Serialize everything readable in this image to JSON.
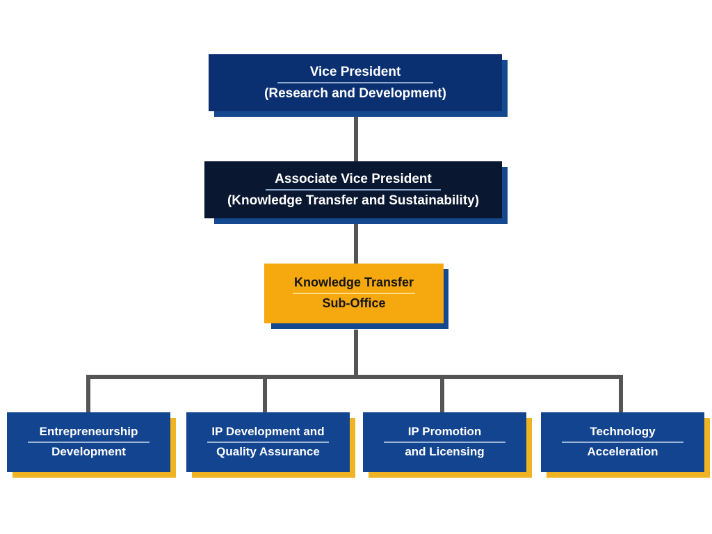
{
  "chart_data": {
    "type": "diagram",
    "title": "Knowledge Transfer Sub-Office Organizational Chart",
    "orientation": "top-down",
    "levels": 4,
    "nodes": [
      {
        "id": "vp",
        "line1": "Vice President",
        "line2": "(Research and Development)",
        "level": 1,
        "fill": "#0a3071",
        "text_color": "#ffffff",
        "shadow": "#14498f"
      },
      {
        "id": "avp",
        "line1": "Associate Vice President",
        "line2": "(Knowledge Transfer and Sustainability)",
        "level": 2,
        "fill": "#0a1730",
        "text_color": "#ffffff",
        "shadow": "#14498f"
      },
      {
        "id": "kts",
        "line1": "Knowledge Transfer",
        "line2": "Sub-Office",
        "level": 3,
        "fill": "#f6a80f",
        "text_color": "#151515",
        "shadow": "#14498f"
      },
      {
        "id": "unit1",
        "line1": "Entrepreneurship",
        "line2": "Development",
        "level": 4,
        "fill": "#12448f",
        "text_color": "#ffffff",
        "shadow": "#f0b323"
      },
      {
        "id": "unit2",
        "line1": "IP Development and",
        "line2": "Quality Assurance",
        "level": 4,
        "fill": "#12448f",
        "text_color": "#ffffff",
        "shadow": "#f0b323"
      },
      {
        "id": "unit3",
        "line1": "IP Promotion",
        "line2": "and Licensing",
        "level": 4,
        "fill": "#12448f",
        "text_color": "#ffffff",
        "shadow": "#f0b323"
      },
      {
        "id": "unit4",
        "line1": "Technology",
        "line2": "Acceleration",
        "level": 4,
        "fill": "#12448f",
        "text_color": "#ffffff",
        "shadow": "#f0b323"
      }
    ],
    "edges": [
      {
        "from": "vp",
        "to": "avp"
      },
      {
        "from": "avp",
        "to": "kts"
      },
      {
        "from": "kts",
        "to": "unit1"
      },
      {
        "from": "kts",
        "to": "unit2"
      },
      {
        "from": "kts",
        "to": "unit3"
      },
      {
        "from": "kts",
        "to": "unit4"
      }
    ],
    "connector_color": "#555555",
    "background": "#ffffff"
  },
  "nodes": {
    "vp": {
      "line1": "Vice President",
      "line2": "(Research and Development)"
    },
    "avp": {
      "line1": "Associate Vice President",
      "line2": "(Knowledge Transfer and Sustainability)"
    },
    "kts": {
      "line1": "Knowledge Transfer",
      "line2": "Sub-Office"
    },
    "unit1": {
      "line1": "Entrepreneurship",
      "line2": "Development"
    },
    "unit2": {
      "line1": "IP Development and",
      "line2": "Quality Assurance"
    },
    "unit3": {
      "line1": "IP Promotion",
      "line2": "and Licensing"
    },
    "unit4": {
      "line1": "Technology",
      "line2": "Acceleration"
    }
  }
}
